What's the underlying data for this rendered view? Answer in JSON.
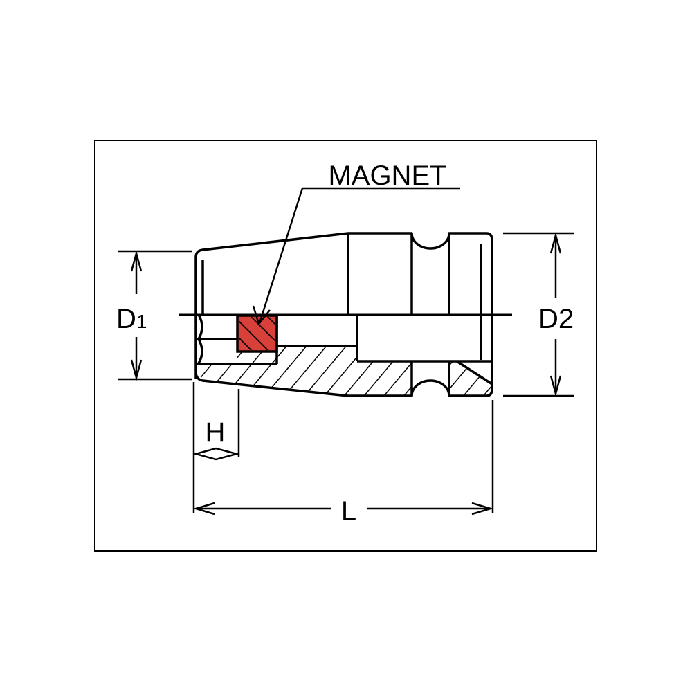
{
  "diagram": {
    "callout": "MAGNET",
    "dimensions": {
      "d1": {
        "letter": "D",
        "sub": "1"
      },
      "d2": {
        "letter": "D",
        "sub": "2"
      },
      "h": "H",
      "l": "L"
    },
    "colors": {
      "magnet": "#d8403a",
      "line": "#000000"
    }
  }
}
